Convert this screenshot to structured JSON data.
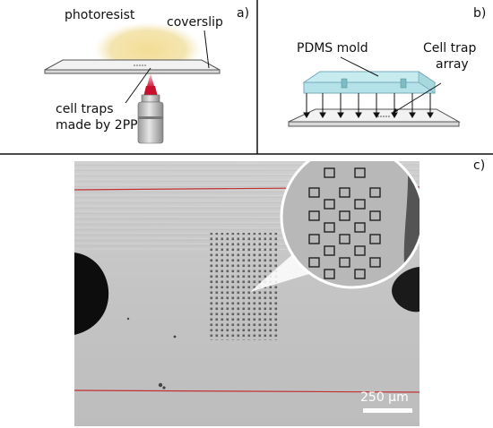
{
  "panel_a": {
    "letter": "a)",
    "photoresist_label": "photoresist",
    "coverslip_label": "coverslip",
    "traps_label_line1": "cell traps",
    "traps_label_line2": "made by 2PP"
  },
  "panel_b": {
    "letter": "b)",
    "mold_label": "PDMS mold",
    "array_label_line1": "Cell trap",
    "array_label_line2": "array"
  },
  "panel_c": {
    "letter": "c)",
    "scalebar_label": "250  μm"
  },
  "colors": {
    "photoresist": "#f2e0a0",
    "glass_fill": "#eeeeee",
    "glass_stroke": "#555555",
    "laser": "#c8102e",
    "mold_fill": "#bfe9ee",
    "channel_line": "#c23030",
    "micrograph_bg": "#c9c9c9"
  }
}
